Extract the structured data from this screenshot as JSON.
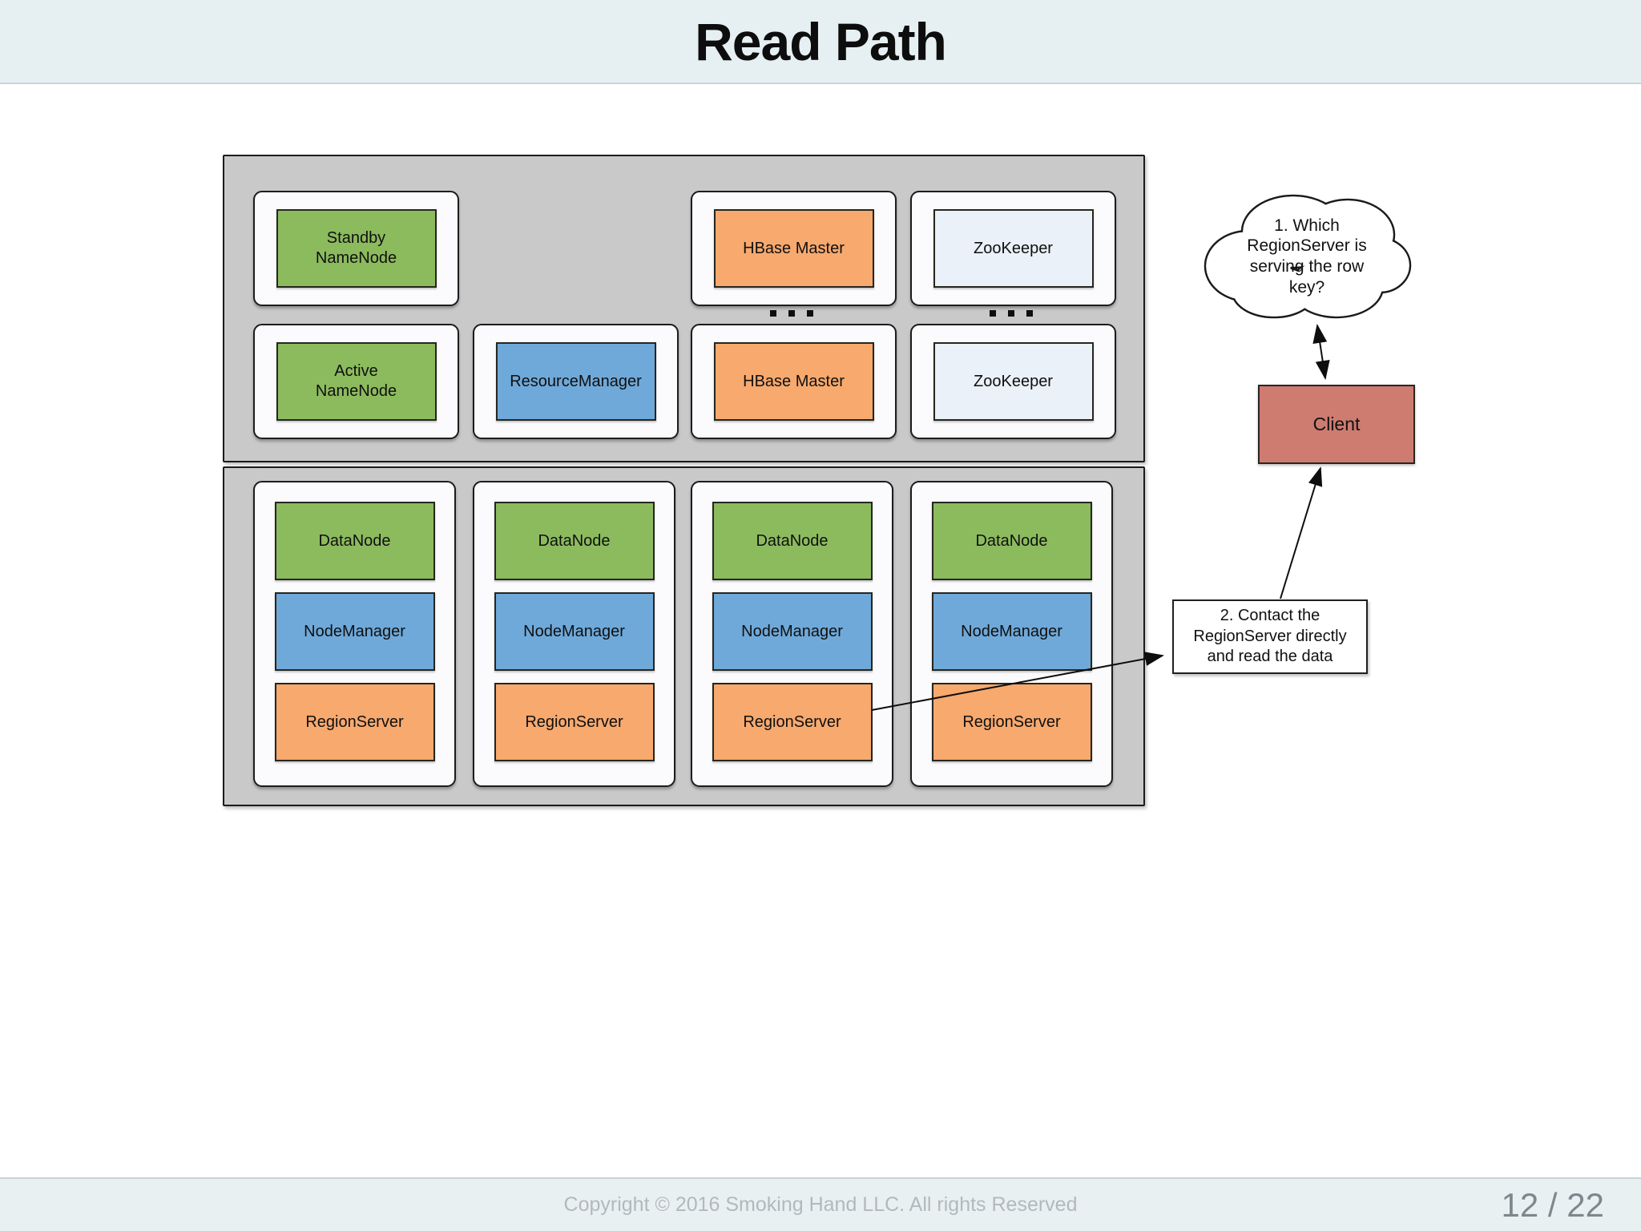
{
  "header": {
    "title": "Read Path"
  },
  "colors": {
    "green": "#8cbb5e",
    "blue": "#6fa9d9",
    "orange": "#f7a96e",
    "zookeeper": "#eaf1f8",
    "client": "#ce7b70",
    "cluster_bg": "#c9c9c9"
  },
  "icons": {
    "row_ellipsis": "three-small-black-squares",
    "thought_cloud": "cloud-bubble",
    "arrows": [
      "double-headed-arrow",
      "single-headed-arrow"
    ]
  },
  "master_cluster": {
    "rows": [
      {
        "nodes": [
          {
            "label": "Standby\nNameNode",
            "type": "green"
          },
          {
            "label": "HBase Master",
            "type": "orange"
          },
          {
            "label": "ZooKeeper",
            "type": "zookeeper"
          }
        ]
      },
      {
        "nodes": [
          {
            "label": "Active\nNameNode",
            "type": "green"
          },
          {
            "label": "ResourceManager",
            "type": "blue"
          },
          {
            "label": "HBase Master",
            "type": "orange"
          },
          {
            "label": "ZooKeeper",
            "type": "zookeeper"
          }
        ]
      }
    ]
  },
  "worker_cluster": {
    "columns": [
      {
        "services": [
          {
            "label": "DataNode",
            "type": "green"
          },
          {
            "label": "NodeManager",
            "type": "blue"
          },
          {
            "label": "RegionServer",
            "type": "orange"
          }
        ]
      },
      {
        "services": [
          {
            "label": "DataNode",
            "type": "green"
          },
          {
            "label": "NodeManager",
            "type": "blue"
          },
          {
            "label": "RegionServer",
            "type": "orange"
          }
        ]
      },
      {
        "services": [
          {
            "label": "DataNode",
            "type": "green"
          },
          {
            "label": "NodeManager",
            "type": "blue"
          },
          {
            "label": "RegionServer",
            "type": "orange"
          }
        ]
      },
      {
        "services": [
          {
            "label": "DataNode",
            "type": "green"
          },
          {
            "label": "NodeManager",
            "type": "blue"
          },
          {
            "label": "RegionServer",
            "type": "orange"
          }
        ]
      }
    ]
  },
  "annotations": {
    "step1": "1. Which\nRegionServer is\nserving the row\nkey?",
    "client_label": "Client",
    "step2": "2. Contact the\nRegionServer directly\nand read the data"
  },
  "footer": {
    "copyright": "Copyright © 2016 Smoking Hand LLC. All rights Reserved",
    "page_indicator": "12 / 22"
  }
}
